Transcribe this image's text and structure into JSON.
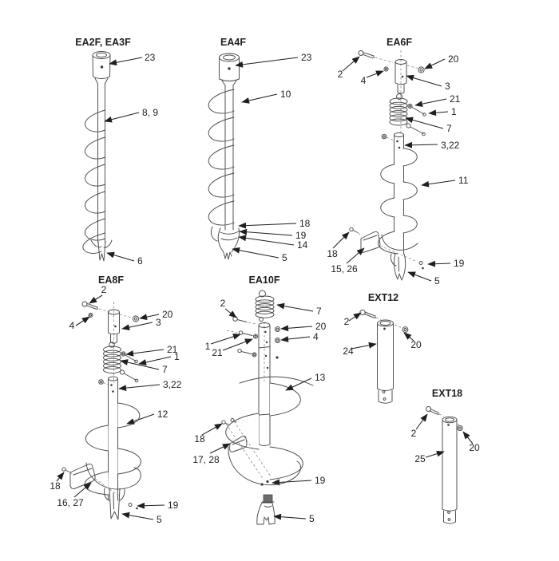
{
  "page": {
    "background": "#ffffff",
    "ink": "#1f1f1f",
    "line_color": "#4a4a4a"
  },
  "diagrams": {
    "ea2f_ea3f": {
      "title": "EA2F, EA3F",
      "callouts": {
        "c23": "23",
        "c8_9": "8, 9",
        "c6": "6"
      }
    },
    "ea4f": {
      "title": "EA4F",
      "callouts": {
        "c23": "23",
        "c10": "10",
        "c18": "18",
        "c19": "19",
        "c14": "14",
        "c5": "5"
      }
    },
    "ea6f": {
      "title": "EA6F",
      "callouts": {
        "c2": "2",
        "c4": "4",
        "c20": "20",
        "c3": "3",
        "c21": "21",
        "c1": "1",
        "c7": "7",
        "c3_22": "3,22",
        "c11": "11",
        "c18": "18",
        "c15_26": "15, 26",
        "c19": "19",
        "c5": "5"
      }
    },
    "ea8f": {
      "title": "EA8F",
      "callouts": {
        "c2": "2",
        "c20": "20",
        "c4": "4",
        "c3": "3",
        "c21": "21",
        "c1": "1",
        "c7": "7",
        "c3_22": "3,22",
        "c12": "12",
        "c18": "18",
        "c16_27": "16, 27",
        "c19": "19",
        "c5": "5"
      }
    },
    "ea10f": {
      "title": "EA10F",
      "callouts": {
        "c2": "2",
        "c7": "7",
        "c20": "20",
        "c4": "4",
        "c1": "1",
        "c21": "21",
        "c13": "13",
        "c18": "18",
        "c17_28": "17, 28",
        "c19": "19",
        "c5": "5"
      }
    },
    "ext12": {
      "title": "EXT12",
      "callouts": {
        "c2": "2",
        "c20": "20",
        "c24": "24"
      }
    },
    "ext18": {
      "title": "EXT18",
      "callouts": {
        "c2": "2",
        "c20": "20",
        "c25": "25"
      }
    }
  }
}
